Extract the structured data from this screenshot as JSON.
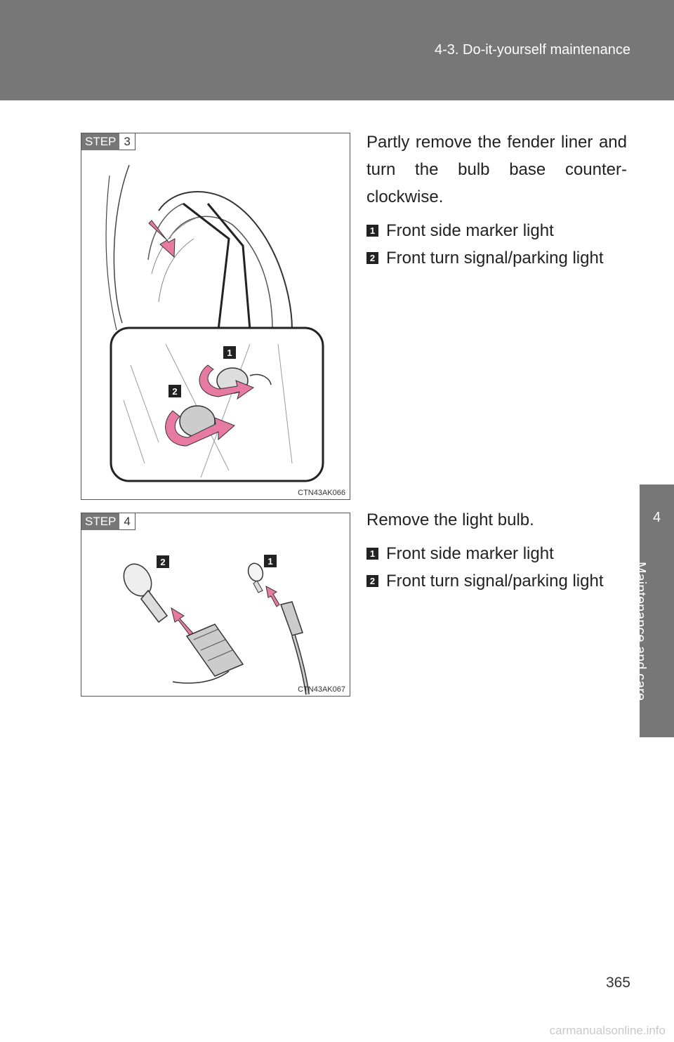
{
  "header": {
    "section_title": "4-3. Do-it-yourself maintenance"
  },
  "side_tab": {
    "number": "4",
    "label": "Maintenance and care"
  },
  "steps": [
    {
      "step_word": "STEP",
      "step_number": "3",
      "figure_code": "CTN43AK066",
      "instruction": "Partly remove the fender liner and turn the bulb base counter-clockwise.",
      "callouts": [
        "1",
        "2"
      ],
      "items": [
        {
          "num": "1",
          "label": "Front side marker light"
        },
        {
          "num": "2",
          "label": "Front turn signal/parking light"
        }
      ]
    },
    {
      "step_word": "STEP",
      "step_number": "4",
      "figure_code": "CTN43AK067",
      "instruction": "Remove the light bulb.",
      "callouts": [
        "2",
        "1"
      ],
      "items": [
        {
          "num": "1",
          "label": "Front side marker light"
        },
        {
          "num": "2",
          "label": "Front turn signal/parking light"
        }
      ]
    }
  ],
  "page_number": "365",
  "watermark": "carmanualsonline.info",
  "colors": {
    "header_bg": "#777777",
    "arrow_pink": "#e77aa0",
    "callout_bg": "#222222"
  }
}
